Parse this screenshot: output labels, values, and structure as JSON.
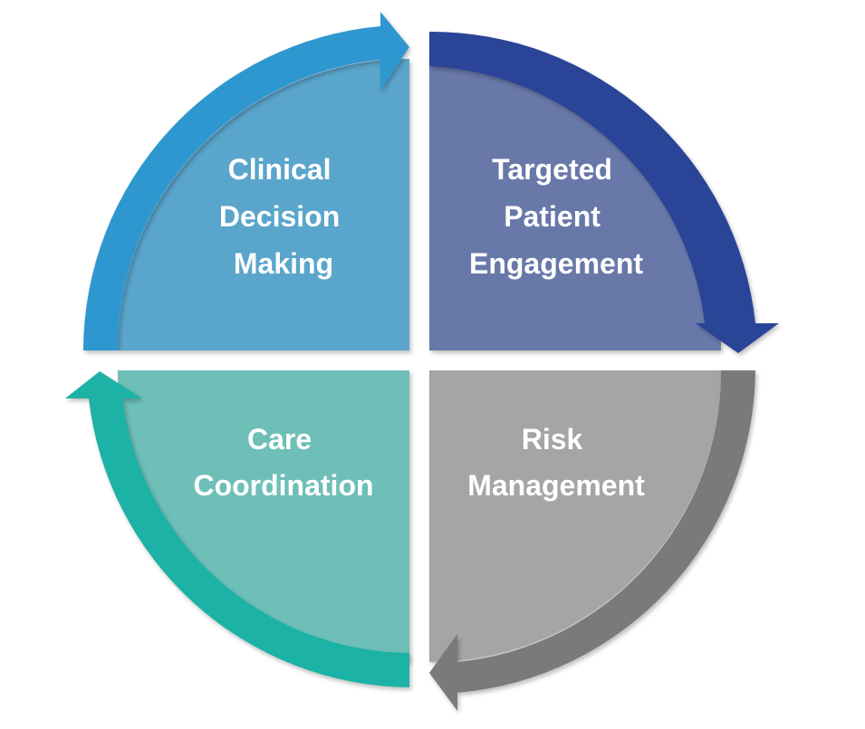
{
  "quadrants": [
    {
      "id": "clinical",
      "lines": [
        "Clinical",
        "Decision",
        "Making"
      ],
      "fill_color": "#5aa5cb",
      "arrow_color": "#2f97d0"
    },
    {
      "id": "targeted",
      "lines": [
        "Targeted",
        "Patient",
        "Engagement"
      ],
      "fill_color": "#6878a9",
      "arrow_color": "#2b4597"
    },
    {
      "id": "risk",
      "lines": [
        "Risk",
        "Management"
      ],
      "fill_color": "#a5a5a5",
      "arrow_color": "#7a7a7a"
    },
    {
      "id": "care",
      "lines": [
        "Care",
        "Coordination"
      ],
      "fill_color": "#6dbfb7",
      "arrow_color": "#1eb2a5"
    }
  ]
}
